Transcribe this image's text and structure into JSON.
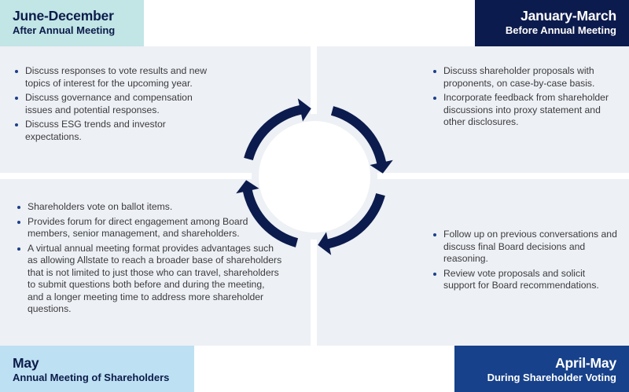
{
  "colors": {
    "panel_bg": "#edf0f4",
    "arrow": "#0c1b4d",
    "bullet": "#1d3f8a",
    "label_june_dec": "#c2e5e6",
    "label_jan_mar": "#0c1b4d",
    "label_may": "#bde0f3",
    "label_apr_may": "#17418a"
  },
  "phases": {
    "june_december": {
      "period": "June-December",
      "subtitle": "After Annual Meeting",
      "items": [
        "Discuss responses to vote results and new topics of interest for the upcoming year.",
        "Discuss governance and compensation issues and potential responses.",
        "Discuss ESG trends and investor expectations."
      ]
    },
    "january_march": {
      "period": "January-March",
      "subtitle": "Before Annual Meeting",
      "items": [
        "Discuss shareholder proposals with proponents, on case-by-case basis.",
        "Incorporate feedback from shareholder discussions into proxy statement and other disclosures."
      ]
    },
    "may": {
      "period": "May",
      "subtitle": "Annual Meeting of Shareholders",
      "items": [
        "Shareholders vote on ballot items.",
        "Provides forum for direct engagement among Board members, senior management, and shareholders.",
        "A virtual annual meeting format provides advantages such as allowing Allstate to reach a broader base of shareholders that is not limited to just those who can travel, shareholders to submit questions both before and during the meeting, and a longer meeting time to address more shareholder questions."
      ]
    },
    "april_may": {
      "period": "April-May",
      "subtitle": "During Shareholder Voting",
      "items": [
        "Follow up on previous conversations and discuss final Board decisions and reasoning.",
        "Review vote proposals and solicit support for Board recommendations."
      ]
    }
  },
  "cycle": {
    "direction": "clockwise",
    "arrow_count": 4,
    "icon": "cycle-arrows-icon"
  }
}
